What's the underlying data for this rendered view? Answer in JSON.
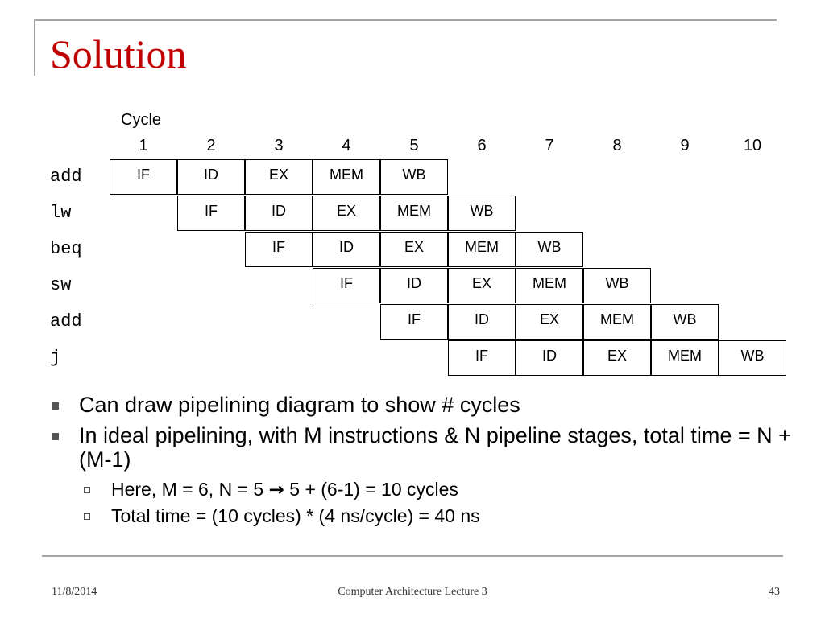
{
  "slide": {
    "title": "Solution"
  },
  "table": {
    "header_label": "Cycle",
    "cycles": [
      "1",
      "2",
      "3",
      "4",
      "5",
      "6",
      "7",
      "8",
      "9",
      "10"
    ],
    "rows": [
      {
        "instr": "add",
        "start": 0,
        "stages": [
          "IF",
          "ID",
          "EX",
          "MEM",
          "WB"
        ]
      },
      {
        "instr": "lw",
        "start": 1,
        "stages": [
          "IF",
          "ID",
          "EX",
          "MEM",
          "WB"
        ]
      },
      {
        "instr": "beq",
        "start": 2,
        "stages": [
          "IF",
          "ID",
          "EX",
          "MEM",
          "WB"
        ]
      },
      {
        "instr": "sw",
        "start": 3,
        "stages": [
          "IF",
          "ID",
          "EX",
          "MEM",
          "WB"
        ]
      },
      {
        "instr": "add",
        "start": 4,
        "stages": [
          "IF",
          "ID",
          "EX",
          "MEM",
          "WB"
        ]
      },
      {
        "instr": "j",
        "start": 5,
        "stages": [
          "IF",
          "ID",
          "EX",
          "MEM",
          "WB"
        ]
      }
    ]
  },
  "bullets": {
    "b1": "Can draw pipelining diagram to show # cycles",
    "b2": "In ideal pipelining, with M instructions & N pipeline stages, total time = N + (M-1)",
    "sub1_before": "Here, M = 6, N = 5 ",
    "sub1_arrow": "→",
    "sub1_after": " 5 + (6-1) = 10 cycles",
    "sub2": "Total time = (10 cycles) * (4 ns/cycle) = 40 ns"
  },
  "footer": {
    "date": "11/8/2014",
    "center": "Computer Architecture Lecture 3",
    "page": "43"
  }
}
